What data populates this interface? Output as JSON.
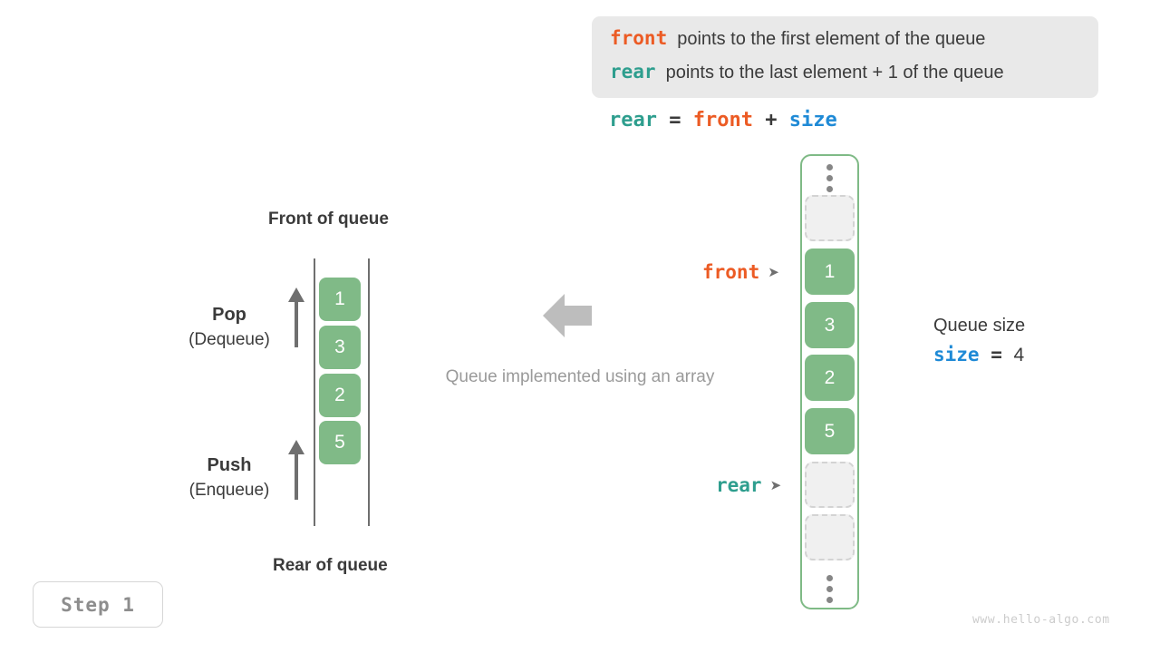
{
  "legend": {
    "lines": [
      {
        "keyword": "front",
        "keyword_color": "#ec5b24",
        "text": "points to the first element of the queue"
      },
      {
        "keyword": "rear",
        "keyword_color": "#2e9e8e",
        "text": "points to the last element + 1 of the queue"
      }
    ],
    "background": "#e9e9e9"
  },
  "formula": {
    "lhs": "rear",
    "eq": " = ",
    "rhs1": "front",
    "plus": " + ",
    "rhs2": "size"
  },
  "left_diagram": {
    "front_label": "Front of queue",
    "rear_label": "Rear of queue",
    "pop": {
      "title": "Pop",
      "subtitle": "(Dequeue)"
    },
    "push": {
      "title": "Push",
      "subtitle": "(Enqueue)"
    },
    "cells": [
      "1",
      "3",
      "2",
      "5"
    ],
    "cell_color": "#80ba87",
    "rail_color": "#6f6f6f",
    "arrow_icon": "up-arrow-icon"
  },
  "center": {
    "caption": "Queue implemented using an array",
    "arrow_icon": "left-arrow-icon",
    "arrow_color": "#bdbdbd"
  },
  "array": {
    "border_color": "#7fba86",
    "slots": [
      {
        "type": "dots"
      },
      {
        "type": "empty"
      },
      {
        "type": "filled",
        "value": "1"
      },
      {
        "type": "filled",
        "value": "3"
      },
      {
        "type": "filled",
        "value": "2"
      },
      {
        "type": "filled",
        "value": "5"
      },
      {
        "type": "empty"
      },
      {
        "type": "empty"
      },
      {
        "type": "dots"
      }
    ],
    "pointers": {
      "front": {
        "label": "front",
        "color": "#ec5b24",
        "tip": "➤"
      },
      "rear": {
        "label": "rear",
        "color": "#2e9e8e",
        "tip": "➤"
      }
    }
  },
  "size_block": {
    "title": "Queue size",
    "var": "size",
    "eq": " = ",
    "value": "4",
    "var_color": "#1f8ad6"
  },
  "step_badge": {
    "label": "Step 1"
  },
  "watermark": {
    "text": "www.hello-algo.com"
  }
}
